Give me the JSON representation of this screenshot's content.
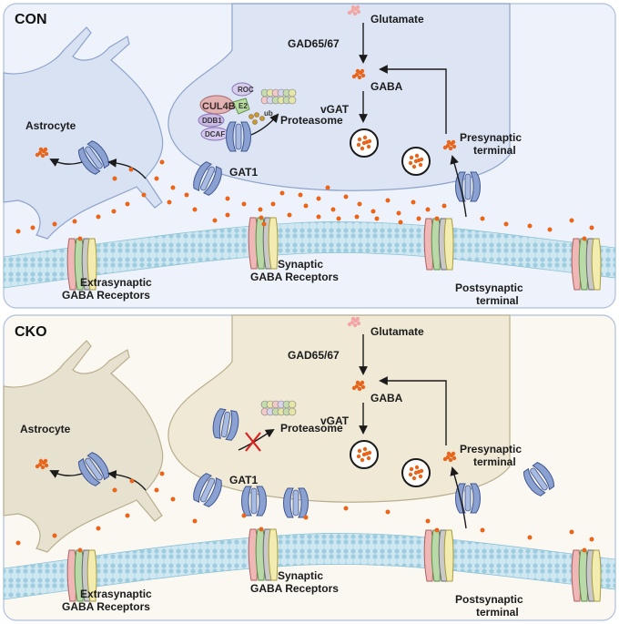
{
  "panels": [
    {
      "id": "con",
      "title": "CON",
      "labels": {
        "glutamate": "Glutamate",
        "gad": "GAD65/67",
        "gaba": "GABA",
        "vgat": "vGAT",
        "presynaptic": [
          "Presynaptic",
          "terminal"
        ],
        "postsynaptic": [
          "Postsynaptic",
          "terminal"
        ],
        "astrocyte": "Astrocyte",
        "gat1": "GAT1",
        "proteasome": "Proteasome",
        "synaptic": [
          "Synaptic",
          "GABA Receptors"
        ],
        "extrasynaptic": [
          "Extrasynaptic",
          "GABA Receptors"
        ]
      },
      "complex": {
        "cul4b": "CUL4B",
        "roc": "ROC",
        "e2": "E2",
        "ddb1": "DDB1",
        "dcaf": "DCAF",
        "ub": "ub"
      }
    },
    {
      "id": "cko",
      "title": "CKO",
      "labels": {
        "glutamate": "Glutamate",
        "gad": "GAD65/67",
        "gaba": "GABA",
        "vgat": "vGAT",
        "presynaptic": [
          "Presynaptic",
          "terminal"
        ],
        "postsynaptic": [
          "Postsynaptic",
          "terminal"
        ],
        "astrocyte": "Astrocyte",
        "gat1": "GAT1",
        "proteasome": "Proteasome",
        "synaptic": [
          "Synaptic",
          "GABA Receptors"
        ],
        "extrasynaptic": [
          "Extrasynaptic",
          "GABA Receptors"
        ]
      }
    }
  ],
  "colors": {
    "con_bg": "#eef2fa",
    "cko_bg": "#fbf8f1",
    "con_terminal": "#dde5f4",
    "cko_terminal": "#efe9d6",
    "astrocyte_con": "#d8e2f3",
    "astrocyte_cko": "#e7e1cf",
    "membrane": "#c9e3ee",
    "gaba_dot": "#e8651c",
    "glutamate_dot": "#f2a6a6",
    "transporter": "#8aa1d2",
    "inhibit_cross": "#d92020"
  }
}
